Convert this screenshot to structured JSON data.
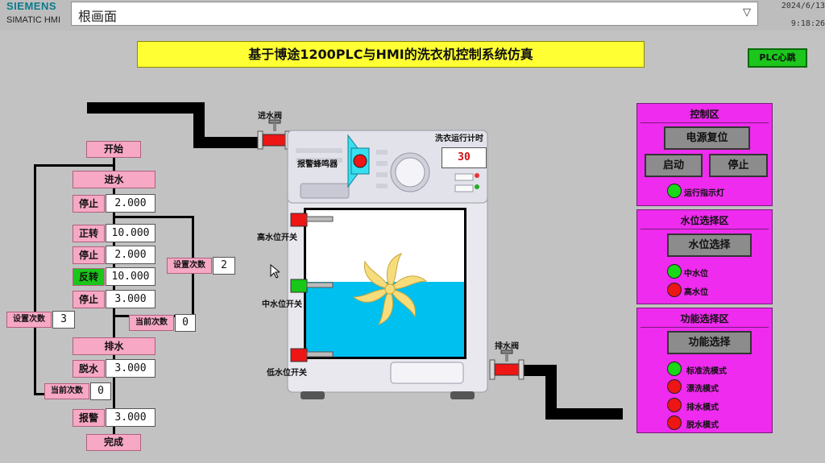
{
  "header": {
    "brand": "SIEMENS",
    "product": "SIMATIC HMI",
    "screen_name": "根画面",
    "date": "2024/6/13",
    "time": "9:18:26"
  },
  "title": "基于博途1200PLC与HMI的洗衣机控制系统仿真",
  "plc_jump": "PLC心跳",
  "flow": {
    "start": "开始",
    "water_in": "进水",
    "stop1_label": "停止",
    "stop1_val": "2.000",
    "fwd_label": "正转",
    "fwd_val": "10.000",
    "stop2_label": "停止",
    "stop2_val": "2.000",
    "rev_label": "反转",
    "rev_val": "10.000",
    "stop3_label": "停止",
    "stop3_val": "3.000",
    "set_count_inner_label": "设置次数",
    "set_count_inner_val": "2",
    "cur_count_inner_label": "当前次数",
    "cur_count_inner_val": "0",
    "set_count_outer_label": "设置次数",
    "set_count_outer_val": "3",
    "drain": "排水",
    "spin_label": "脱水",
    "spin_val": "3.000",
    "cur_count_outer_label": "当前次数",
    "cur_count_outer_val": "0",
    "alarm_label": "报警",
    "alarm_val": "3.000",
    "done": "完成"
  },
  "machine": {
    "inlet_valve": "进水阀",
    "drain_valve": "排水阀",
    "timer_label": "洗衣运行计时",
    "timer_val": "30",
    "buzzer": "报警蜂鸣器",
    "high_switch": "高水位开关",
    "mid_switch": "中水位开关",
    "low_switch": "低水位开关"
  },
  "control_panel": {
    "title": "控制区",
    "reset": "电源复位",
    "start": "启动",
    "stop": "停止",
    "run_lamp": "运行指示灯"
  },
  "water_panel": {
    "title": "水位选择区",
    "select": "水位选择",
    "mid": "中水位",
    "high": "高水位"
  },
  "func_panel": {
    "title": "功能选择区",
    "select": "功能选择",
    "m1": "标准洗模式",
    "m2": "漂洗模式",
    "m3": "排水模式",
    "m4": "脱水模式"
  },
  "colors": {
    "panel": "#ee2bee",
    "title_bg": "#ffff33",
    "water": "#00c0f0",
    "lamp_on": "#18d818",
    "lamp_off": "#ee1515",
    "flow_box": "#f6a8c4"
  }
}
